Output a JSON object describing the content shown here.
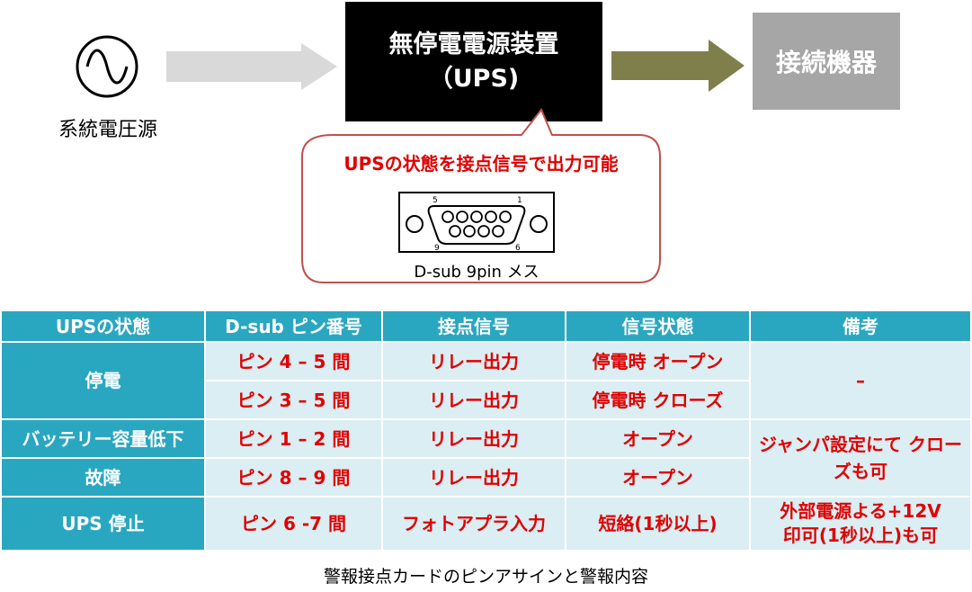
{
  "diagram": {
    "source_label": "系統電圧源",
    "ups_title": "無停電電源装置",
    "ups_subtitle": "（UPS)",
    "device_label": "接続機器",
    "callout_text": "UPSの状態を接点信号で出力可能",
    "connector_pins": {
      "top_left": "5",
      "top_right": "1",
      "bottom_left": "9",
      "bottom_right": "6"
    },
    "connector_caption": "D-sub 9pin メス",
    "colors": {
      "ups_box": "#000000",
      "device_box": "#a6a6a6",
      "arrow_gray": "#d9d9d9",
      "arrow_olive": "#7f7f4c",
      "callout_border": "#c0504d",
      "alert_text": "#e00000"
    }
  },
  "table": {
    "headers": [
      "UPSの状態",
      "D-sub ピン番号",
      "接点信号",
      "信号状態",
      "備考"
    ],
    "rows": [
      {
        "state": "停電",
        "pin": "ピン 4 – 5 間",
        "signal": "リレー出力",
        "status": "停電時 オープン",
        "note": "–"
      },
      {
        "pin": "ピン 3 – 5 間",
        "signal": "リレー出力",
        "status": "停電時 クローズ"
      },
      {
        "state": "バッテリー容量低下",
        "pin": "ピン 1 – 2 間",
        "signal": "リレー出力",
        "status": "オープン",
        "note": "ジャンパ設定にて クローズも可"
      },
      {
        "state": "故障",
        "pin": "ピン 8 – 9 間",
        "signal": "リレー出力",
        "status": "オープン"
      },
      {
        "state": "UPS 停止",
        "pin": "ピン 6 -7 間",
        "signal": "フォトアプラ入力",
        "status": "短絡(1秒以上)",
        "note_line1": "外部電源よる+12V",
        "note_line2": "印可(1秒以上)も可"
      }
    ],
    "colors": {
      "header_bg": "#2aa7c0",
      "cell_bg": "#daeef3"
    }
  },
  "caption": "警報接点カードのピンアサインと警報内容"
}
